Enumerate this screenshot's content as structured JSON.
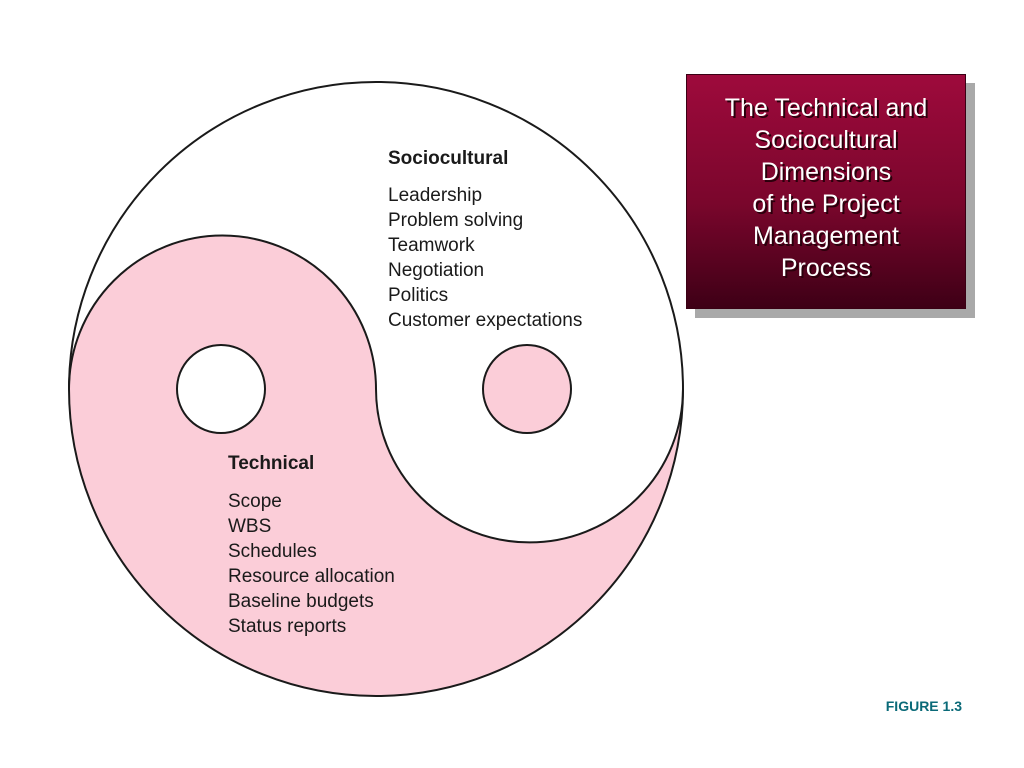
{
  "title": {
    "text": "The Technical and\nSociocultural\nDimensions\nof the Project\nManagement\nProcess"
  },
  "diagram": {
    "colors": {
      "pink": "#fbcdd8",
      "white": "#ffffff",
      "outline": "#1a1a1a"
    },
    "sociocultural": {
      "heading": "Sociocultural",
      "items": [
        "Leadership",
        "Problem solving",
        "Teamwork",
        "Negotiation",
        "Politics",
        "Customer expectations"
      ]
    },
    "technical": {
      "heading": "Technical",
      "items": [
        "Scope",
        "WBS",
        "Schedules",
        "Resource allocation",
        "Baseline budgets",
        "Status reports"
      ]
    }
  },
  "figure_label": "FIGURE 1.3"
}
